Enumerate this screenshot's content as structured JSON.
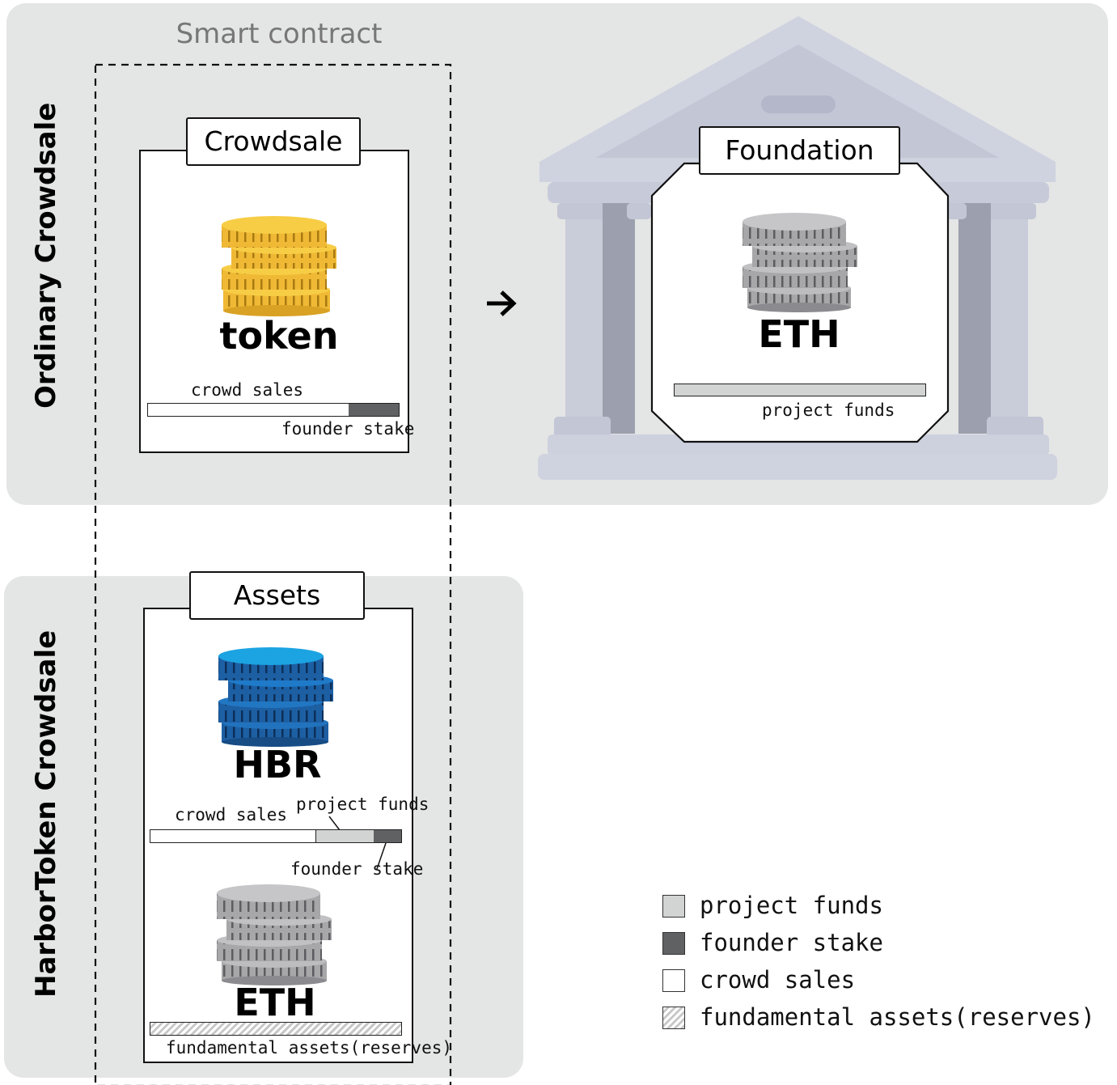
{
  "smart_contract_label": "Smart contract",
  "ordinary": {
    "section_label": "Ordinary Crowdsale",
    "crowdsale_tab": "Crowdsale",
    "token_label": "token",
    "crowd_sales_label": "crowd sales",
    "founder_stake_label": "founder stake",
    "foundation_tab": "Foundation",
    "eth_label": "ETH",
    "project_funds_label": "project funds"
  },
  "harbor": {
    "section_label": "HarborToken Crowdsale",
    "assets_tab": "Assets",
    "hbr_label": "HBR",
    "crowd_sales_label": "crowd sales",
    "project_funds_label": "project funds",
    "founder_stake_label": "founder stake",
    "eth_label": "ETH",
    "reserves_label": "fundamental assets(reserves)"
  },
  "legend": [
    {
      "label": "project funds",
      "color": "#d2d3d3"
    },
    {
      "label": "founder stake",
      "color": "#5f6163"
    },
    {
      "label": "crowd sales",
      "color": "#ffffff"
    },
    {
      "label": "fundamental assets(reserves)",
      "color": "hatch"
    }
  ],
  "colors": {
    "panel": "#e4e5e5",
    "gold": "#f3c43c",
    "blue": "#1f6fb5",
    "silver": "#b9b9bb",
    "building": "#c9ccd9"
  }
}
